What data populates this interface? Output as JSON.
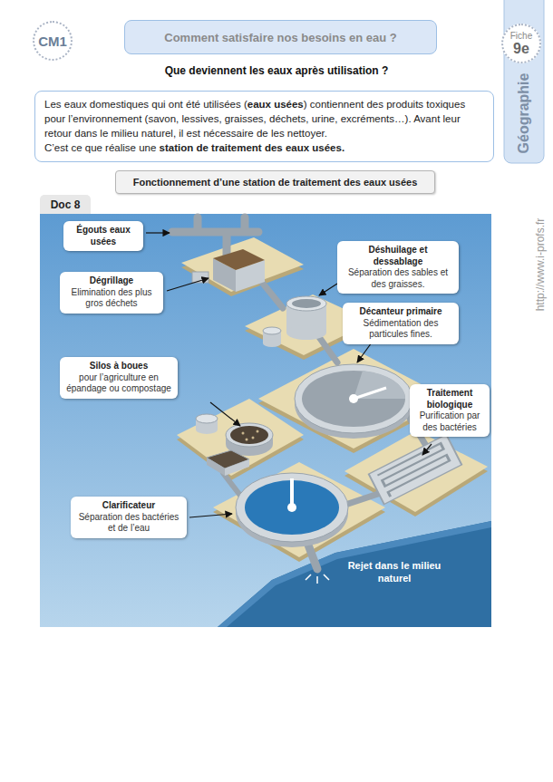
{
  "diagram": {
    "title": "Que deviennent les eaux après utilisation ?",
    "nodes": [
      {
        "text": [
          "CM1"
        ]
      },
      {
        "text": [
          "Comment satisfaire nos besoins en eau ?"
        ]
      },
      {
        "text": [
          "Fiche",
          "9e"
        ]
      },
      {
        "text": [
          "Géographie"
        ]
      },
      {
        "text": [
          "Les eaux domestiques qui ont été utilisées (eaux usées) contiennent des produits toxiques pour l’environnement (savon, lessives, graisses, déchets, urine, excréments…). Avant leur retour dans le milieu naturel, il est nécessaire de les nettoyer.",
          "C’est ce que réalise une station de traitement des eaux usées."
        ]
      },
      {
        "text": [
          "Fonctionnement d’une station de traitement des eaux usées"
        ]
      },
      {
        "text": [
          "Doc 8"
        ]
      },
      {
        "text": [
          "Égouts eaux usées"
        ]
      },
      {
        "text": [
          "Déshuilage et dessablage",
          "Séparation des sables et des graisses."
        ]
      },
      {
        "text": [
          "Dégrillage",
          "Elimination des plus gros déchets"
        ]
      },
      {
        "text": [
          "Décanteur primaire",
          "Sédimentation des particules fines."
        ]
      },
      {
        "text": [
          "Silos à boues",
          "pour l’agriculture en épandage ou compostage"
        ]
      },
      {
        "text": [
          "Traitement biologique",
          "Purification par des bactéries"
        ]
      },
      {
        "text": [
          "Clarificateur",
          "Séparation des bactéries et de l’eau"
        ]
      }
    ],
    "labels": [
      "Rejet dans le milieu naturel",
      "http://www.i-profs.fr"
    ]
  }
}
